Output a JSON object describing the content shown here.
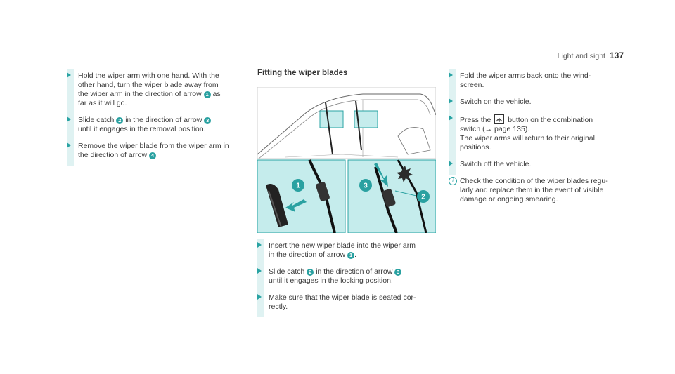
{
  "header": {
    "section": "Light and sight",
    "page": "137"
  },
  "left_steps": [
    {
      "lines": [
        "Hold the wiper arm with one hand. With the",
        "other hand, turn the wiper blade away from",
        "the wiper arm in the direction of arrow {1} as",
        "far as it will go."
      ]
    },
    {
      "lines": [
        "Slide catch {2} in the direction of arrow {3}",
        "until it engages in the removal position."
      ]
    },
    {
      "lines": [
        "Remove the wiper blade from the wiper arm in",
        "the direction of arrow {4}."
      ]
    }
  ],
  "middle": {
    "title": "Fitting the wiper blades",
    "figure_callouts": [
      "1",
      "2",
      "3"
    ],
    "steps": [
      {
        "lines": [
          "Insert the new wiper blade into the wiper arm",
          "in the direction of arrow {1}."
        ]
      },
      {
        "lines": [
          "Slide catch {2} in the direction of arrow {3}",
          "until it engages in the locking position."
        ]
      },
      {
        "lines": [
          "Make sure that the wiper blade is seated cor-",
          "rectly."
        ]
      }
    ]
  },
  "right": {
    "steps": [
      {
        "lines": [
          "Fold the wiper arms back onto the wind-",
          "screen."
        ]
      },
      {
        "lines": [
          "Switch on the vehicle."
        ]
      },
      {
        "lines": [
          "Press the {wiper} button on the combination",
          "switch (→ page 135).",
          "The wiper arms will return to their original",
          "positions."
        ]
      },
      {
        "lines": [
          "Switch off the vehicle."
        ]
      }
    ],
    "info": {
      "lines": [
        "Check the condition of the wiper blades regu-",
        "larly and replace them in the event of visible",
        "damage or ongoing smearing."
      ]
    }
  },
  "colors": {
    "accent": "#29a3a3",
    "bar": "#dff2f2",
    "figure_panel": "#c5ecec",
    "figure_badge": "#2aa1a1"
  },
  "icons": {
    "step": "triangle-arrow-icon",
    "info": "info-icon",
    "wiper_button": "wiper-service-icon"
  }
}
